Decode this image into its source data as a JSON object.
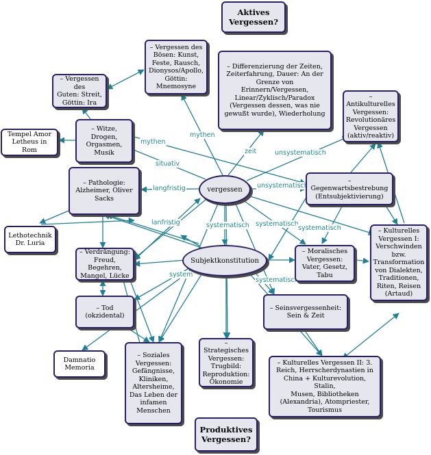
{
  "colors": {
    "edge": "#1f7f96",
    "node_fill": "#e6e6ee",
    "node_border": "#2a1f66",
    "label": "#208a8a"
  },
  "nodes": {
    "aktives": "Aktives\nVergessen?",
    "produktives": "Produktives\nVergessen?",
    "boesen": "– Vergessen des\nBösen: Kunst,\nFeste, Rausch,\nDionysos/Apollo,\nGöttin:\nMnemosyne",
    "guten": "– Vergessen des\nGuten: Streit,\nGöttin: Ira",
    "differenzierung": "– Differenzierung der Zeiten,\nZeiterfahrung, Dauer: An der\nGrenze von Erinnern/Vergessen,\nLinear/Zyklisch/Paradox\n(Vergessen dessen, was nie\ngewußt wurde), Wiederholung",
    "antikulturelles": "– Antikulturelles\nVergessen:\nRevolutionäres\nVergessen\n(aktiv/reaktiv)",
    "tempel": "Tempel Amor\nLetheus in Rom",
    "witze": "– Witze,\nDrogen,\nOrgasmen,\nMusik",
    "pathologie": "– Pathologie:\nAlzheimer, Oliver\nSacks",
    "vergessen": "vergessen",
    "gegenwart": "– Gegenwartsbestrebung\n(Entsubjektivierung)",
    "lethotechnik": "Lethotechnik\nDr. Luria",
    "kulturelles1": "– Kulturelles\nVergessen I:\nVerschwinden\nbzw.\nTransformation\nvon Dialekten,\nTraditionen,\nRiten, Reisen\n(Artaud)",
    "verdraengung": "– Verdrängung:\nFreud,\nBegehren,\nMangel, Lücke",
    "subjekt": "Subjektkonstitution",
    "moralisches": "– Moralisches\nVergessen:\nVater, Gesetz,\nTabu",
    "tod": "– Tod\n(okzidental)",
    "seinsvergessen": "– Seinsvergessenheit:\nSein & Zeit",
    "damnatio": "Damnatio\nMemoria",
    "soziales": "– Soziales\nVergessen:\nGefängnisse,\nKliniken,\nAltersheime,\nDas Leben der\ninfamen\nMenschen",
    "strategisches": "– Strategisches\nVergessen:\nTrugbild:\nReproduktion:\nÖkonomie",
    "kulturelles2": "– Kulturelles Vergessen II: 3.\nReich, Herrscherdynastien in\nChina + Kulturevolution, Stalin,\nMusen, Bibliotheken\n(Alexandria), Atompriester,\nTourismus"
  },
  "edge_labels": {
    "mythen_top": "mythen",
    "zeit": "zeit",
    "unsystematisch_top": "unsystematisch",
    "mythen_left": "mythen",
    "situativ": "situativ",
    "langfristig": "langfristig",
    "unsystematisch_mid": "unsystematisch",
    "lanfristig": "lanfristig",
    "systematisch_a": "systematisch",
    "systematisch_b": "systematisch",
    "systematisch_c": "systematisch",
    "system": "system",
    "systematisch_d": "systematisch"
  }
}
